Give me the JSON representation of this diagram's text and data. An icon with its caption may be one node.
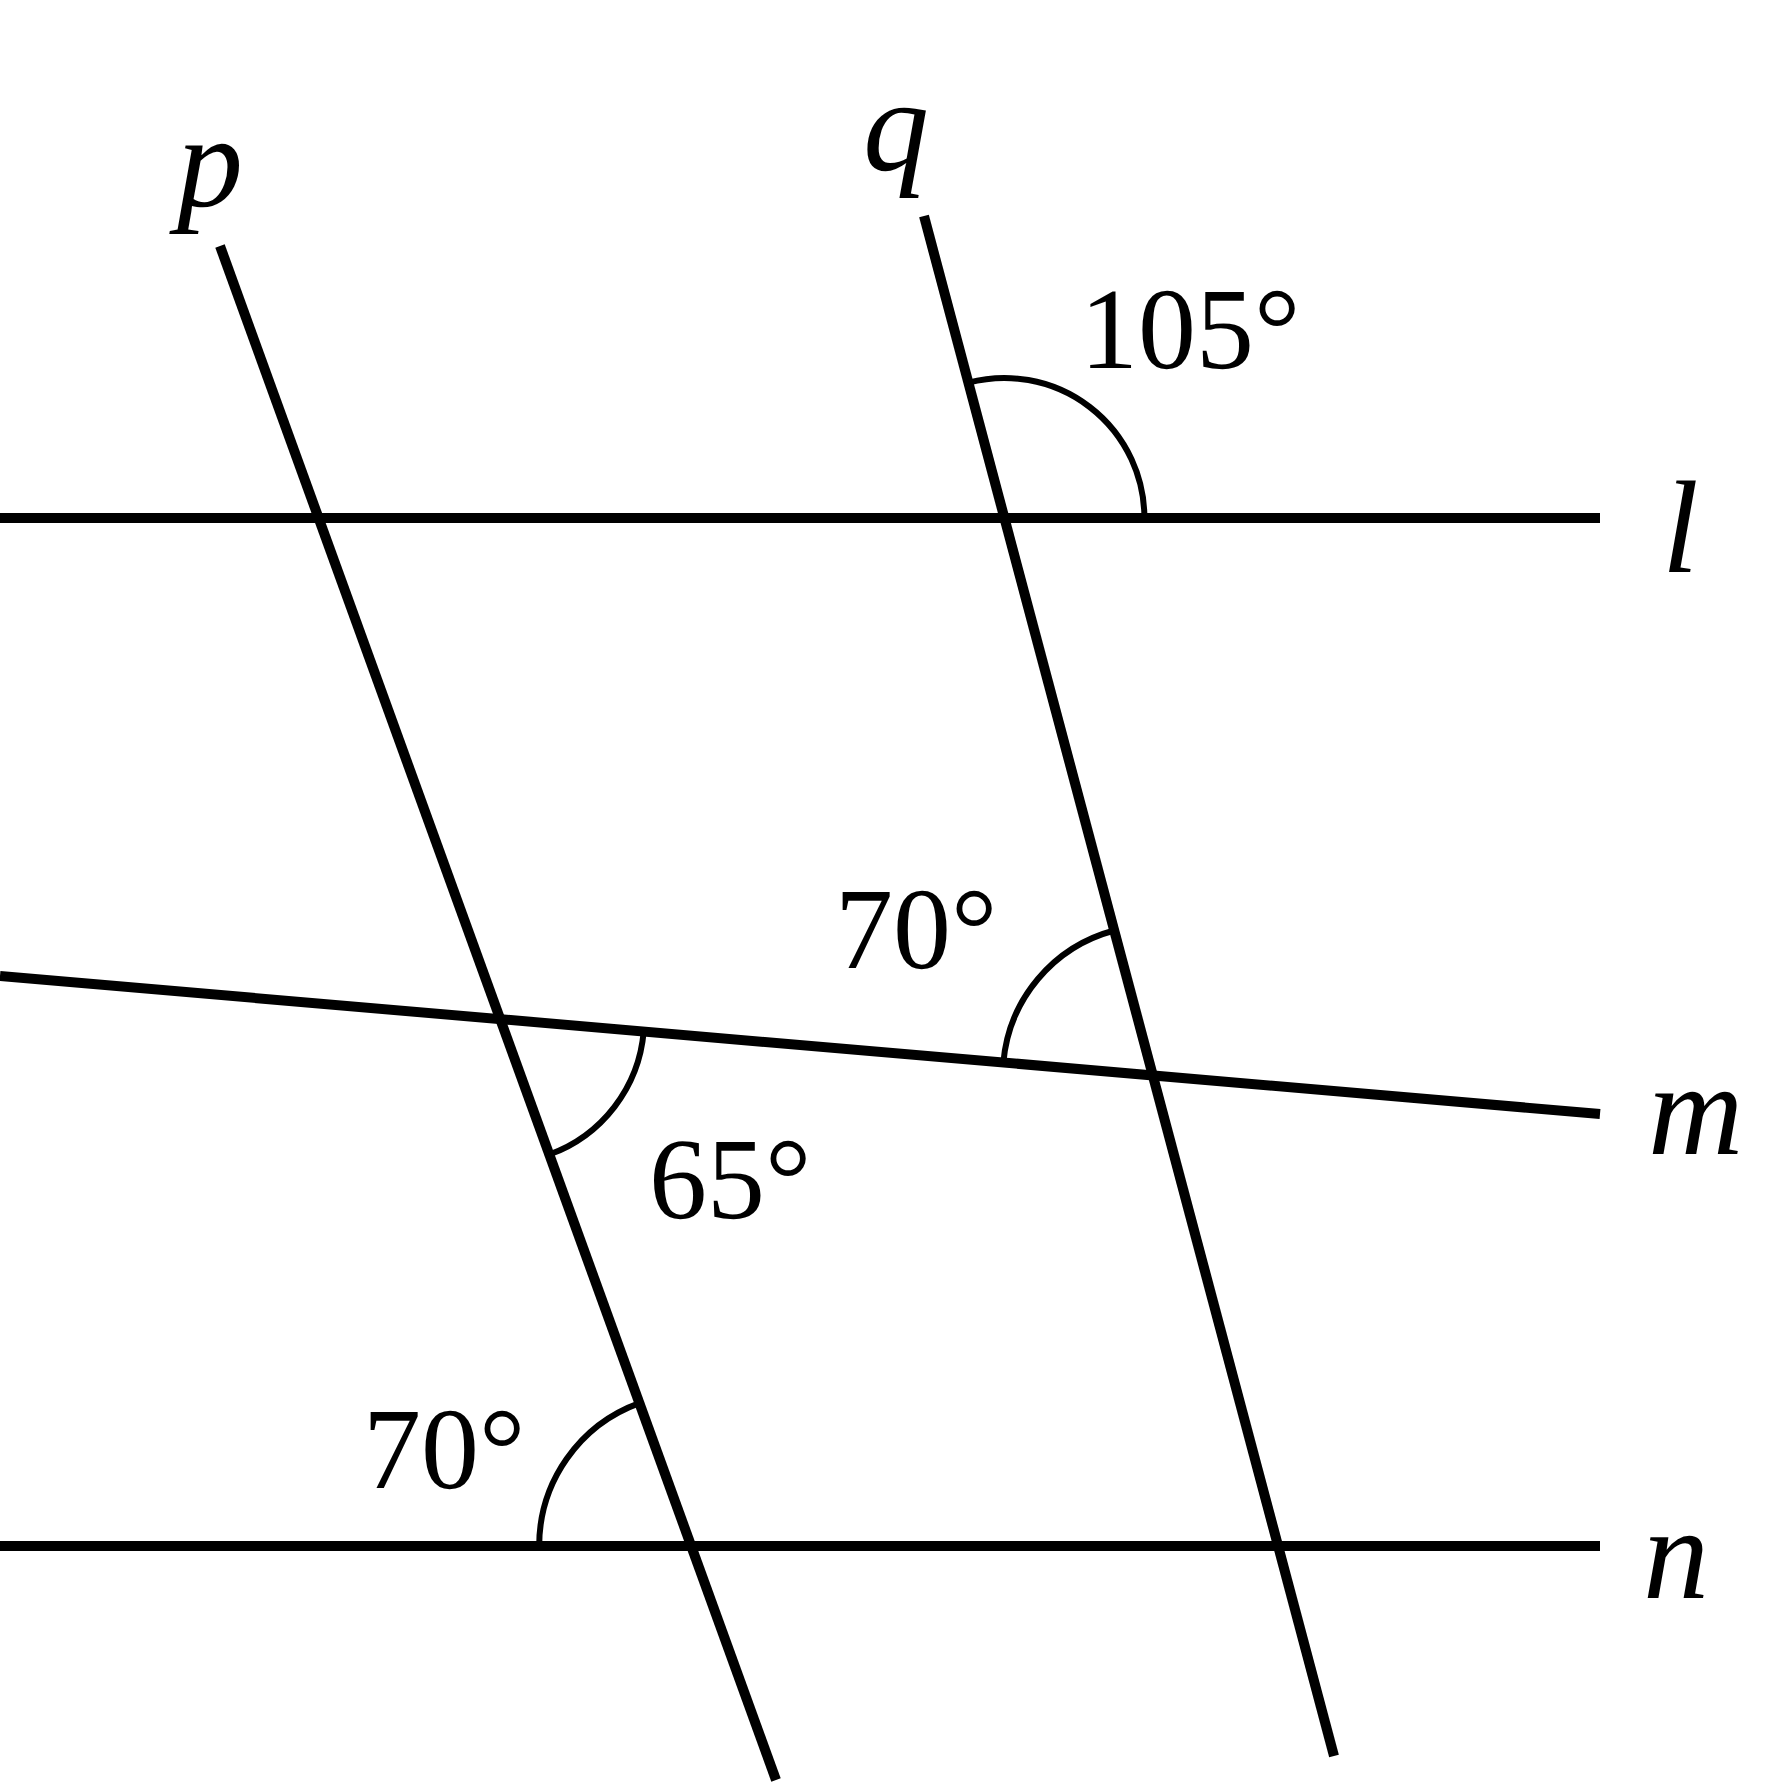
{
  "diagram": {
    "labels": [
      "p",
      "q",
      "105°",
      "l",
      "70°",
      "m",
      "65°",
      "70°",
      "n"
    ]
  }
}
